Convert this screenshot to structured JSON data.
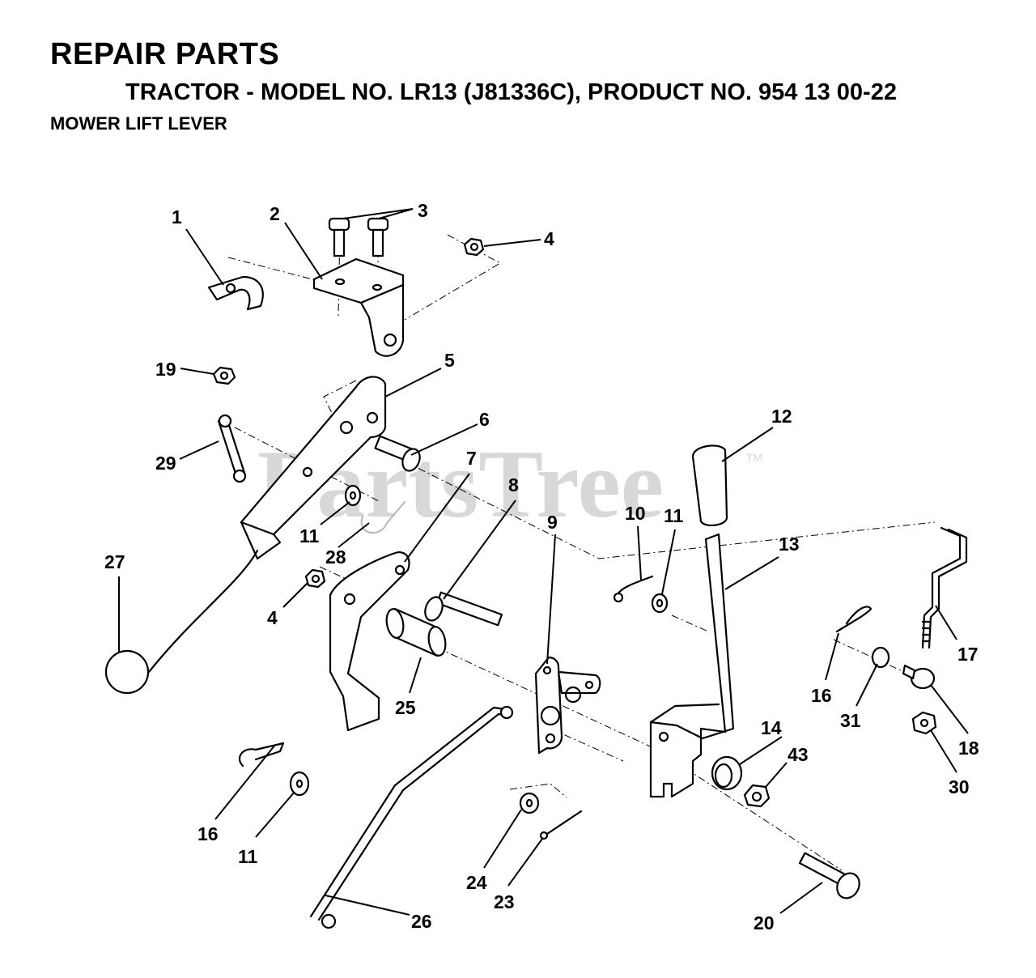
{
  "header": {
    "title": "REPAIR PARTS",
    "subtitle": "TRACTOR - MODEL NO. LR13 (J81336C), PRODUCT NO. 954 13 00-22",
    "section": "MOWER LIFT LEVER"
  },
  "watermark": {
    "text": "PartsTree",
    "trademark": "TM"
  },
  "callouts": {
    "c1": "1",
    "c2": "2",
    "c3": "3",
    "c4a": "4",
    "c4b": "4",
    "c5": "5",
    "c6": "6",
    "c7": "7",
    "c8": "8",
    "c9": "9",
    "c10": "10",
    "c11a": "11",
    "c11b": "11",
    "c11c": "11",
    "c12": "12",
    "c13": "13",
    "c14": "14",
    "c16a": "16",
    "c16b": "16",
    "c17": "17",
    "c18": "18",
    "c19": "19",
    "c20": "20",
    "c23": "23",
    "c24": "24",
    "c25": "25",
    "c26": "26",
    "c27": "27",
    "c28": "28",
    "c29": "29",
    "c30": "30",
    "c31": "31",
    "c43": "43"
  }
}
